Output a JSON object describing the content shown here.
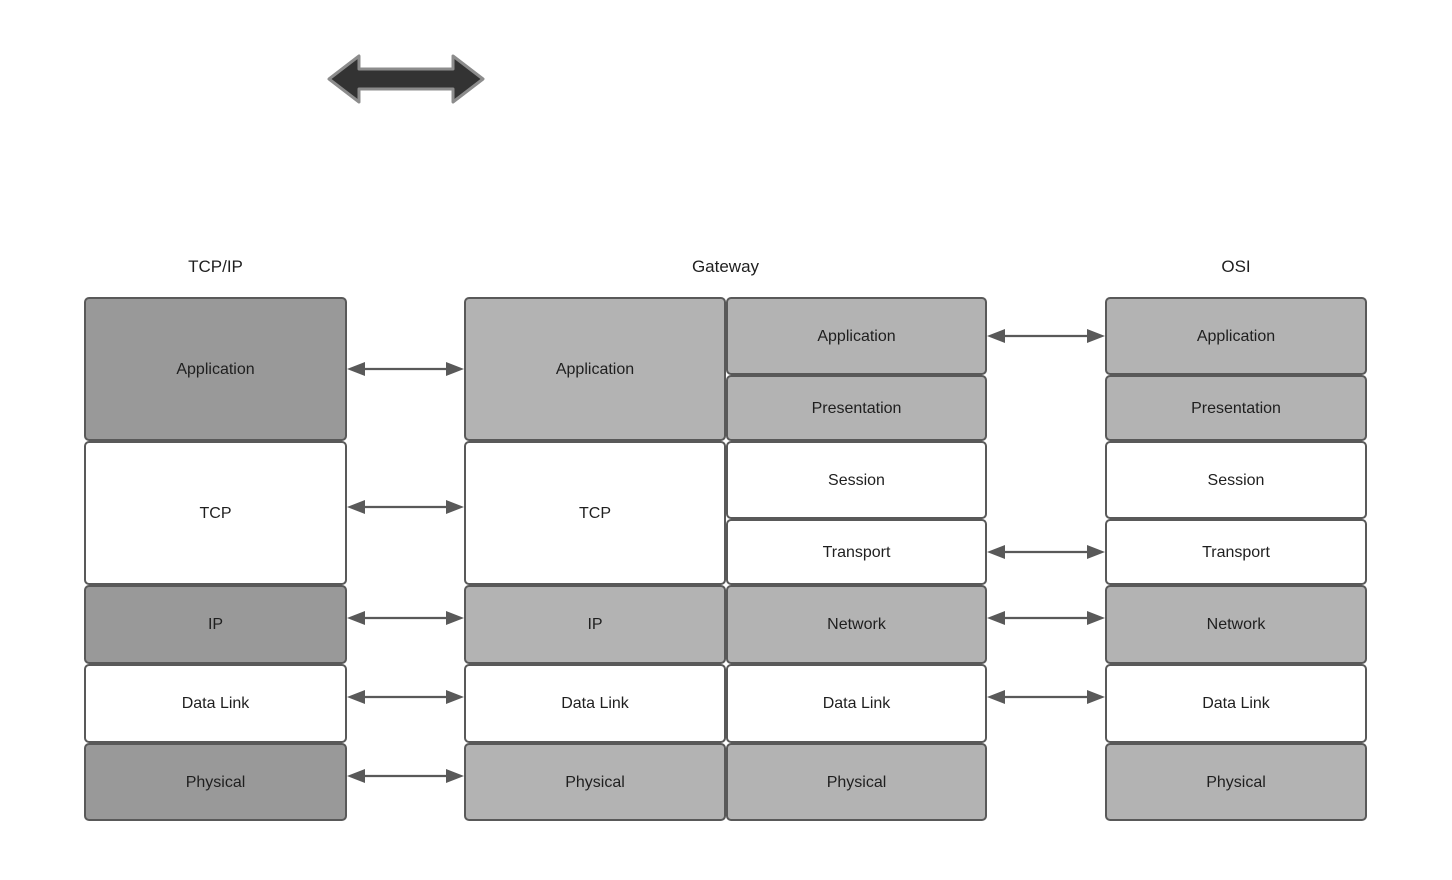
{
  "diagram": {
    "title_tcpip": "TCP/IP",
    "title_gateway": "Gateway",
    "title_osi": "OSI",
    "colors": {
      "fill_tcpip": "#999999",
      "fill_gateway_osi": "#b3b3b3",
      "fill_white": "#ffffff",
      "border": "#595959",
      "arrow_thin": "#595959",
      "arrow_big": "#333333",
      "text": "#1f1f1f",
      "background": "#ffffff"
    },
    "tcpip_layers": [
      {
        "label": "Application",
        "fill": "dark"
      },
      {
        "label": "TCP",
        "fill": "white"
      },
      {
        "label": "IP",
        "fill": "dark"
      },
      {
        "label": "Data Link",
        "fill": "white"
      },
      {
        "label": "Physical",
        "fill": "dark"
      }
    ],
    "gateway_left_layers": [
      {
        "label": "Application",
        "fill": "light"
      },
      {
        "label": "TCP",
        "fill": "white"
      },
      {
        "label": "IP",
        "fill": "light"
      },
      {
        "label": "Data Link",
        "fill": "white"
      },
      {
        "label": "Physical",
        "fill": "light"
      }
    ],
    "gateway_right_layers": [
      {
        "label": "Application",
        "fill": "light"
      },
      {
        "label": "Presentation",
        "fill": "light"
      },
      {
        "label": "Session",
        "fill": "white"
      },
      {
        "label": "Transport",
        "fill": "white"
      },
      {
        "label": "Network",
        "fill": "light"
      },
      {
        "label": "Data Link",
        "fill": "white"
      },
      {
        "label": "Physical",
        "fill": "light"
      }
    ],
    "osi_layers": [
      {
        "label": "Application",
        "fill": "light"
      },
      {
        "label": "Presentation",
        "fill": "light"
      },
      {
        "label": "Session",
        "fill": "white"
      },
      {
        "label": "Transport",
        "fill": "white"
      },
      {
        "label": "Network",
        "fill": "light"
      },
      {
        "label": "Data Link",
        "fill": "white"
      },
      {
        "label": "Physical",
        "fill": "light"
      }
    ],
    "left_connector_labels": [
      "Application",
      "TCP",
      "IP",
      "Data Link",
      "Physical"
    ],
    "right_connector_labels": [
      "Application",
      "Transport",
      "Network",
      "Data Link"
    ],
    "legend_arrow": "bidirectional-flow-arrow"
  }
}
